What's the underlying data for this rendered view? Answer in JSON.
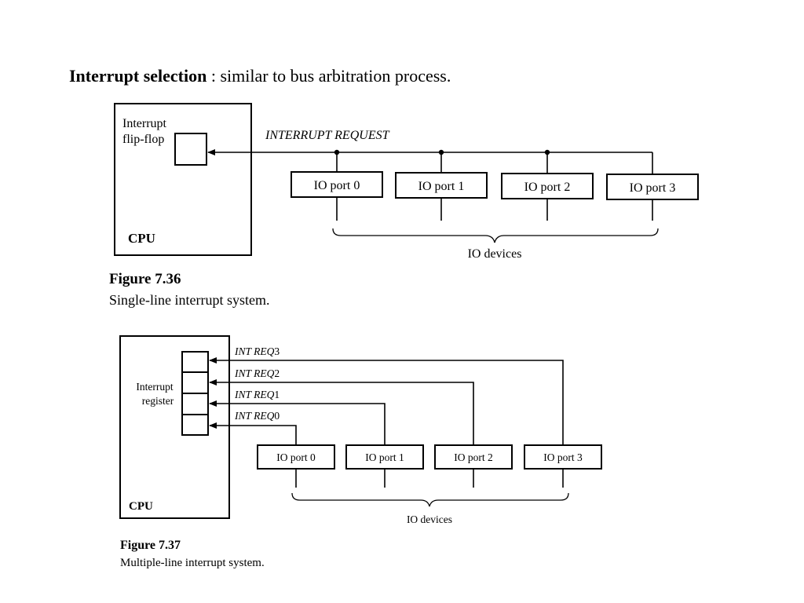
{
  "heading": {
    "bold": "Interrupt selection",
    "rest": " : similar to bus arbitration process."
  },
  "fig36": {
    "cpu_label": "CPU",
    "flipflop_label_1": "Interrupt",
    "flipflop_label_2": "flip-flop",
    "line_label": "INTERRUPT REQUEST",
    "ports": [
      "IO port 0",
      "IO port 1",
      "IO port 2",
      "IO port 3"
    ],
    "devices_label": "IO devices",
    "caption_title": "Figure 7.36",
    "caption_text": "Single-line interrupt system."
  },
  "fig37": {
    "cpu_label": "CPU",
    "register_label_1": "Interrupt",
    "register_label_2": "register",
    "req_labels": [
      {
        "name": "INT REQ",
        "num": "3"
      },
      {
        "name": "INT REQ",
        "num": "2"
      },
      {
        "name": "INT REQ",
        "num": "1"
      },
      {
        "name": "INT REQ",
        "num": "0"
      }
    ],
    "ports": [
      "IO port 0",
      "IO port 1",
      "IO port 2",
      "IO port 3"
    ],
    "devices_label": "IO devices",
    "caption_title": "Figure 7.37",
    "caption_text": "Multiple-line interrupt system."
  }
}
